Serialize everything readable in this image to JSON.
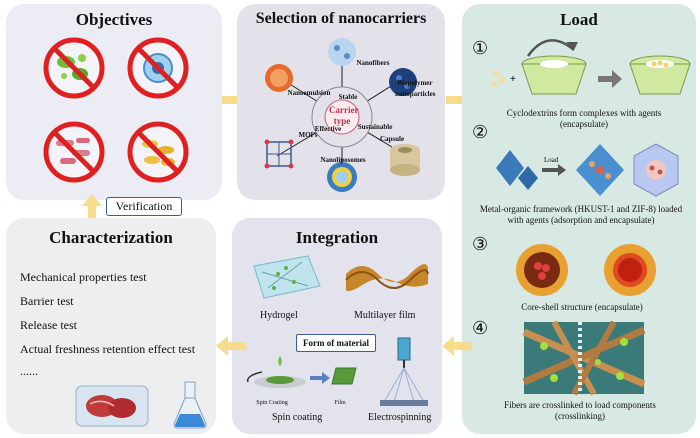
{
  "objectives": {
    "title": "Objectives",
    "verification": "Verification"
  },
  "selection": {
    "title": "Selection of nanocarriers",
    "center_label": "Carrier type",
    "carriers": [
      "Nanofibers",
      "Biopolymer nanoparticles",
      "Capsule",
      "Nanoliposomes",
      "MOFs",
      "Nanoemulsion"
    ],
    "properties": [
      "Stable",
      "Sustainable",
      "Effective"
    ]
  },
  "load": {
    "title": "Load",
    "steps": [
      {
        "number": "①",
        "caption": "Cyclodextrins form complexes with agents (encapsulate)"
      },
      {
        "number": "②",
        "caption": "Metal-organic framework (HKUST-1 and ZIF-8) loaded with agents (adsorption and encapsulate)",
        "arrow_label": "Load"
      },
      {
        "number": "③",
        "caption": "Core-shell structure (encapsulate)"
      },
      {
        "number": "④",
        "caption": "Fibers are crosslinked to load components (crosslinking)"
      }
    ]
  },
  "characterization": {
    "title": "Characterization",
    "tests": [
      "Mechanical properties test",
      "Barrier test",
      "Release test",
      "Actual freshness retention effect test",
      "......"
    ]
  },
  "integration": {
    "title": "Integration",
    "hydrogel": "Hydrogel",
    "multilayer": "Multilayer film",
    "form_of_material": "Form of material",
    "spin_coating_small": "Spin Coating",
    "film_small": "Film",
    "spin_coating": "Spin coating",
    "electrospinning": "Electrospinning"
  },
  "colors": {
    "objectives_bg": "#ececf4",
    "selection_bg": "#e3e2ea",
    "load_bg": "#d8e9e4",
    "characterization_bg": "#eceef0",
    "integration_bg": "#e2e3ec",
    "arrow": "#f6dc8c",
    "prohibit": "#e02020",
    "verification_border": "#3e5b9a"
  }
}
